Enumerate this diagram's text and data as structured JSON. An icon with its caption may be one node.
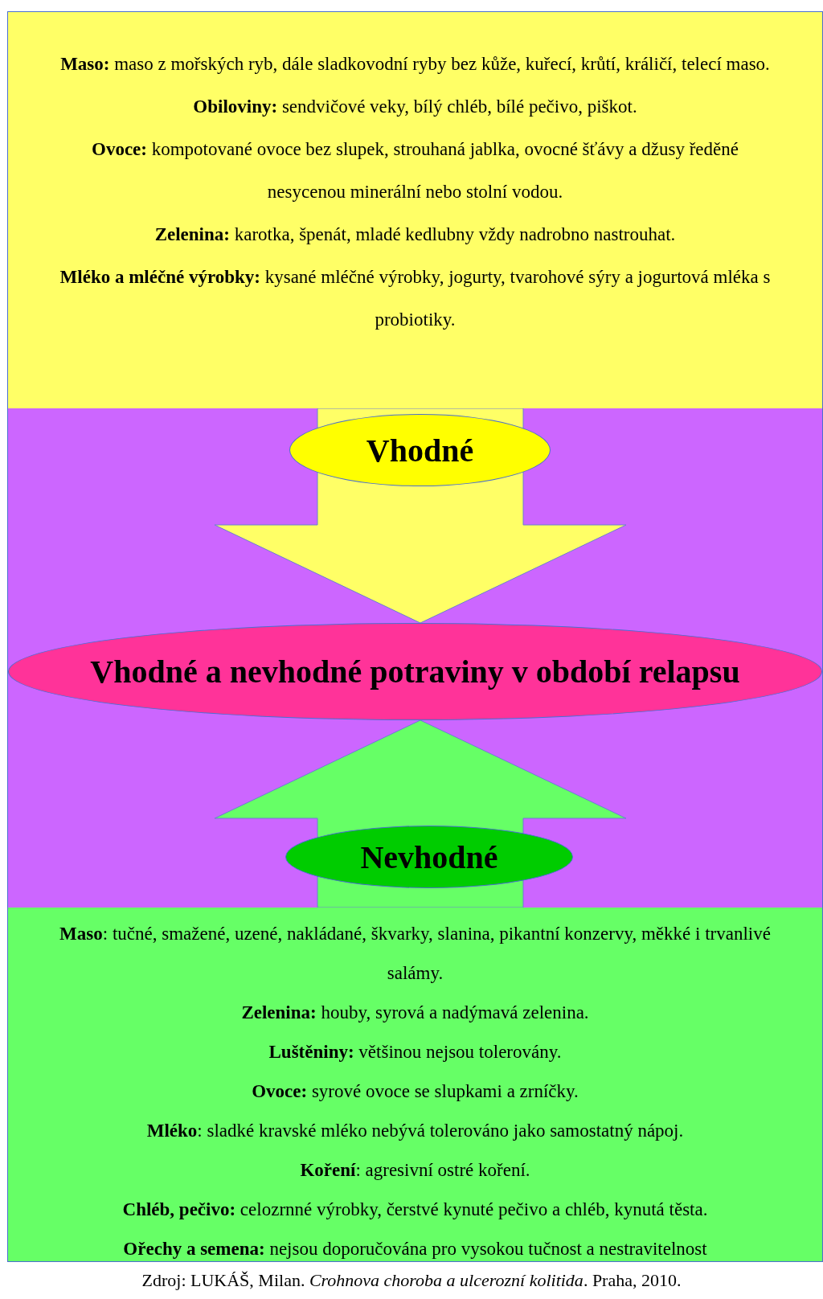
{
  "diagram": {
    "caption": "Zdroj: LUKÁŠ, Milan. *Crohnova choroba a ulcerozní kolitida*. Praha, 2010.",
    "nodes": [
      {
        "text": [
          "**Maso:** maso z mořských ryb, dále sladkovodní ryby bez kůže, kuřecí, krůtí, králičí, telecí maso.",
          "**Obiloviny:** sendvičové veky, bílý chléb, bílé pečivo, piškot.",
          "**Ovoce:** kompotované ovoce bez slupek, strouhaná jablka, ovocné šťávy a džusy ředěné nesycenou minerální nebo stolní vodou.",
          "**Zelenina:** karotka, špenát, mladé kedlubny vždy nadrobno nastrouhat.",
          "**Mléko a mléčné výrobky:** kysané mléčné výrobky, jogurty, tvarohové sýry a jogurtová mléka s probiotiky."
        ]
      },
      {
        "text": [
          "Vhodné"
        ]
      },
      {
        "text": [
          "Vhodné a nevhodné potraviny v období relapsu"
        ]
      },
      {
        "text": [
          "Nevhodné"
        ]
      },
      {
        "text": [
          "**Maso**: tučné, smažené, uzené, nakládané, škvarky, slanina, pikantní konzervy, měkké i trvanlivé salámy.",
          "**Zelenina:** houby, syrová a nadýmavá zelenina.",
          "**Luštěniny:** většinou nejsou tolerovány.",
          "**Ovoce:** syrové ovoce se slupkami a zrníčky.",
          "**Mléko**: sladké kravské mléko nebývá tolerováno jako samostatný nápoj.",
          "**Koření**: agresivní ostré koření.",
          "**Chléb, pečivo:** celozrnné výrobky, čerstvé kynuté pečivo a chléb, kynutá těsta.",
          "**Ořechy a semena:** nejsou doporučována pro vysokou tučnost a nestravitelnost"
        ]
      }
    ],
    "edges": [
      {
        "from": 0,
        "to": 2,
        "arrow": "to",
        "style": "thick",
        "color": "#ffff66"
      },
      {
        "from": 4,
        "to": 2,
        "arrow": "to",
        "style": "thick",
        "color": "#66ff66"
      }
    ]
  }
}
